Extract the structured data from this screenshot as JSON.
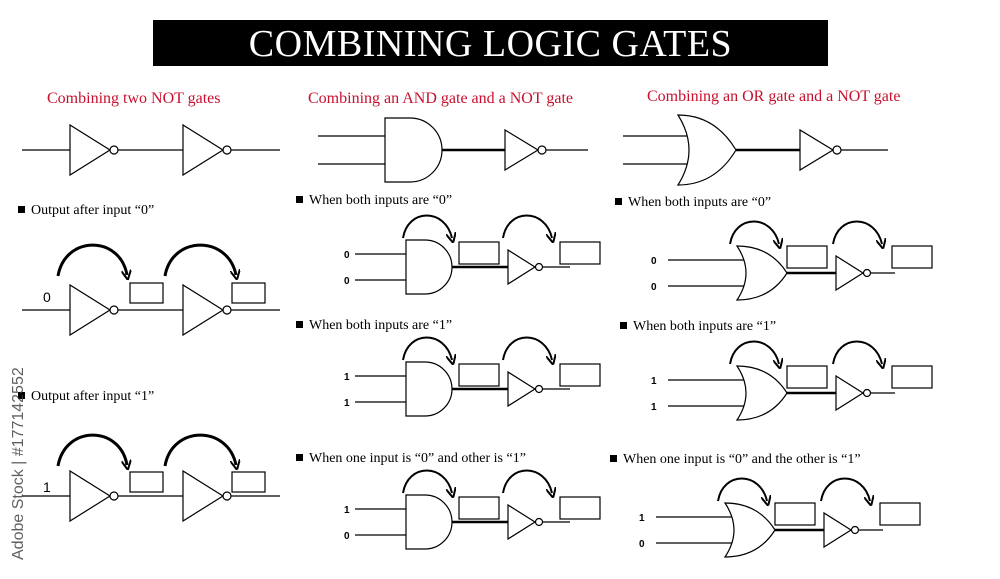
{
  "title": "COMBINING LOGIC GATES",
  "sections": {
    "not_not": "Combining two NOT gates",
    "and_not": "Combining an AND gate and a NOT gate",
    "or_not": "Combining an OR gate and a NOT gate"
  },
  "labels": {
    "not_in0": "Output after input “0”",
    "not_in1": "Output after input “1”",
    "and_00": "When both inputs are “0”",
    "and_11": "When both inputs are “1”",
    "and_01": "When one input is “0” and other is “1”",
    "or_00": "When both inputs are “0”",
    "or_11": "When both inputs are “1”",
    "or_01": "When one input is “0” and the other is “1”"
  },
  "inputs": {
    "not_in0": "0",
    "not_in1": "1",
    "and_00": [
      "0",
      "0"
    ],
    "and_11": [
      "1",
      "1"
    ],
    "and_01": [
      "1",
      "0"
    ],
    "or_00": [
      "0",
      "0"
    ],
    "or_11": [
      "1",
      "1"
    ],
    "or_01": [
      "1",
      "0"
    ]
  },
  "watermark": "Adobe Stock | #177142552",
  "icons": [
    "not-gate-icon",
    "and-gate-icon",
    "or-gate-icon",
    "curved-arrow-icon",
    "answer-box"
  ]
}
